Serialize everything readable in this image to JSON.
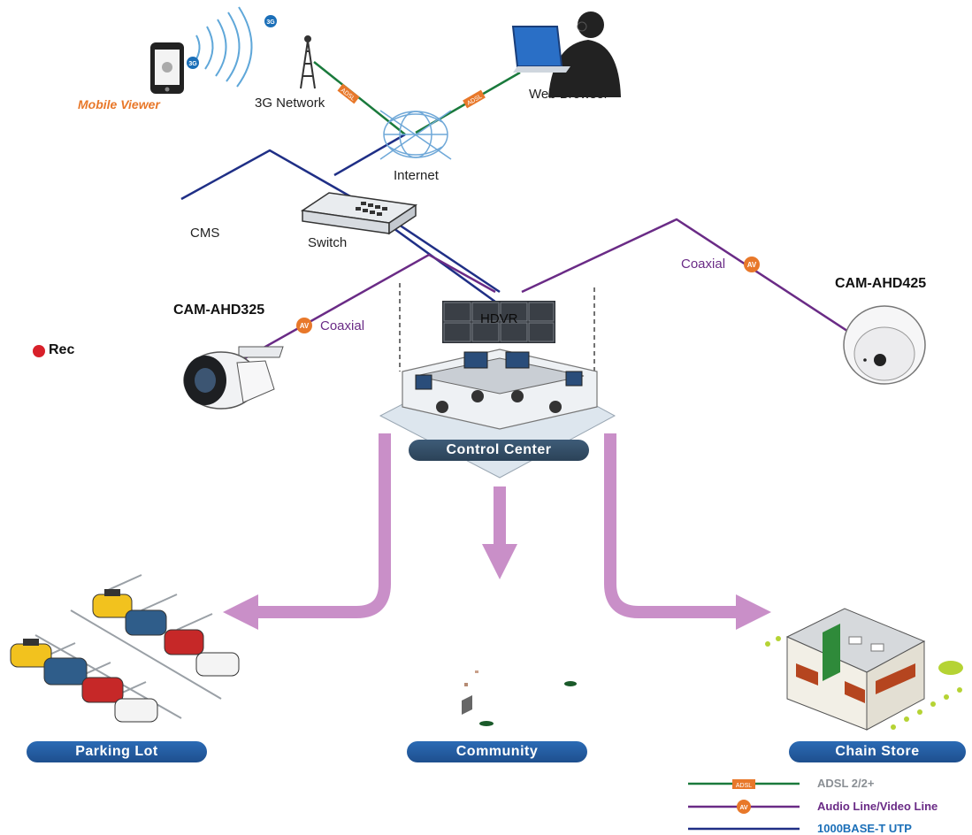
{
  "labels": {
    "mobile_viewer": "Mobile Viewer",
    "network_3g": "3G Network",
    "web_browser": "Web Browser",
    "internet": "Internet",
    "cms": "CMS",
    "switch": "Switch",
    "coaxial_left": "Coaxial",
    "coaxial_right": "Coaxial",
    "cam_left": "CAM-AHD325",
    "cam_right": "CAM-AHD425",
    "rec": "Rec",
    "hdvr": "HDVR",
    "badge_3g_top": "3G",
    "badge_3g_phone": "3G",
    "badge_adsl_left": "ADSL",
    "badge_adsl_right": "ADSL",
    "badge_av_left": "AV",
    "badge_av_right": "AV"
  },
  "sites": {
    "control_center": "Control Center",
    "parking_lot": "Parking Lot",
    "community": "Community",
    "chain_store": "Chain Store"
  },
  "legend": {
    "items": [
      {
        "badge": "ADSL",
        "label": "ADSL 2/2+"
      },
      {
        "badge": "AV",
        "label": "Audio Line/Video Line"
      },
      {
        "badge": "",
        "label": "1000BASE-T UTP"
      }
    ]
  },
  "colors": {
    "adsl_line": "#1a7a3c",
    "av_line": "#6a2b86",
    "utp_line": "#1f2f86",
    "arrow": "#c98fc8",
    "badge_orange": "#e8782a",
    "badge_blue": "#1b6fb8",
    "pill_blue": "#1e5aa0"
  }
}
